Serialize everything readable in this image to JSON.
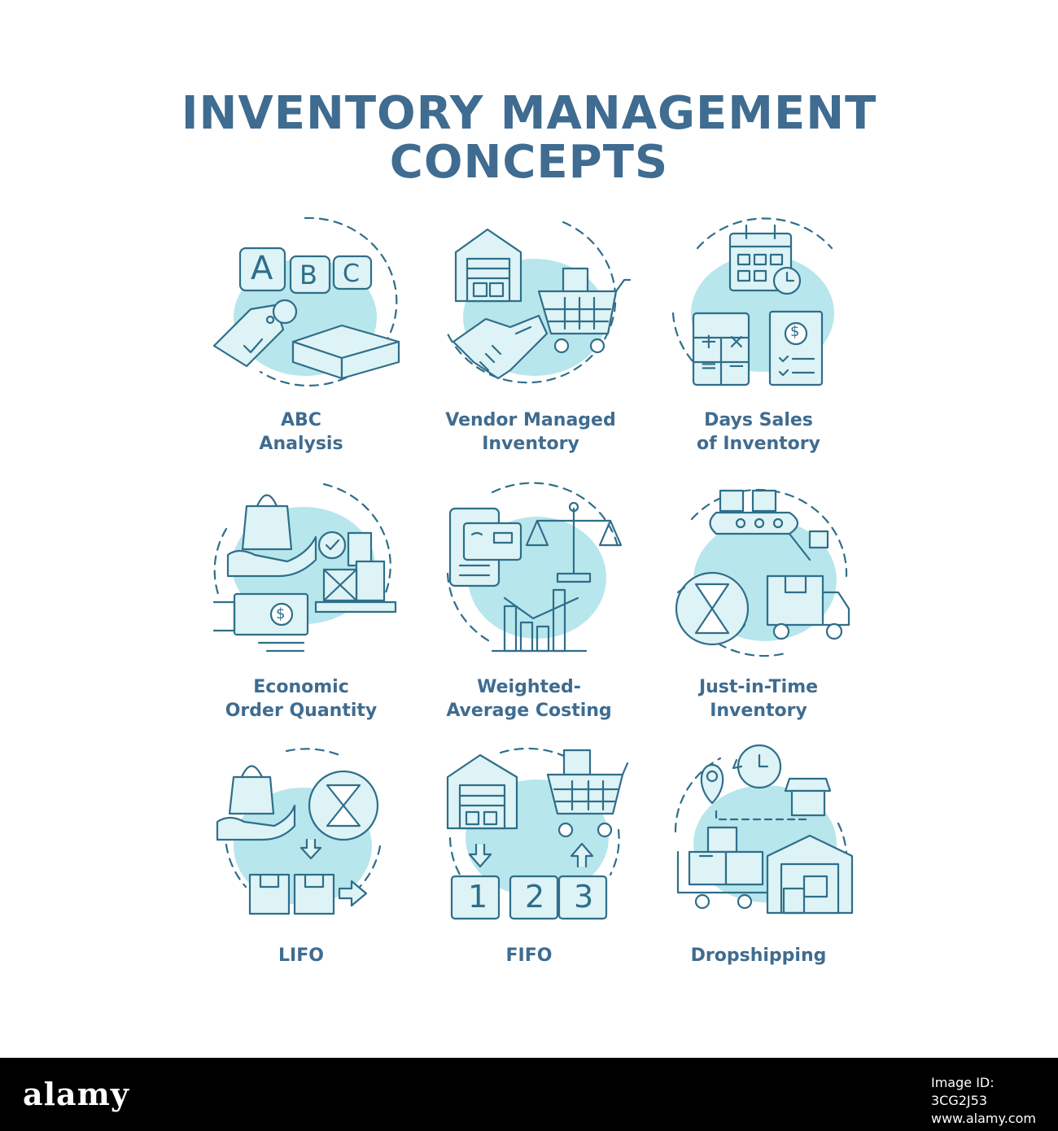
{
  "title_line1": "INVENTORY MANAGEMENT",
  "title_line2": "CONCEPTS",
  "colors": {
    "stroke": "#2f6e8a",
    "fill": "#b7e6ec",
    "text": "#3f6c90"
  },
  "concepts": [
    {
      "line1": "ABC",
      "line2": "Analysis",
      "icon": "abc-blocks-tag-box-icon",
      "letters": [
        "A",
        "B",
        "C"
      ]
    },
    {
      "line1": "Vendor Managed",
      "line2": "Inventory",
      "icon": "warehouse-cart-handshake-icon"
    },
    {
      "line1": "Days Sales",
      "line2": "of Inventory",
      "icon": "calendar-calculator-invoice-icon",
      "glyphs": [
        "+",
        "×",
        "=",
        "−",
        "$"
      ]
    },
    {
      "line1": "Economic",
      "line2": "Order Quantity",
      "icon": "bag-hand-boxes-money-icon",
      "glyphs": [
        "$"
      ]
    },
    {
      "line1": "Weighted-",
      "line2": "Average Costing",
      "icon": "card-scales-bar-chart-icon"
    },
    {
      "line1": "Just-in-Time",
      "line2": "Inventory",
      "icon": "conveyor-hourglass-truck-icon"
    },
    {
      "line1": "LIFO",
      "line2": "",
      "icon": "bag-hourglass-boxes-icon"
    },
    {
      "line1": "FIFO",
      "line2": "",
      "icon": "warehouse-cart-numbered-icon",
      "numbers": [
        "1",
        "2",
        "3"
      ]
    },
    {
      "line1": "Dropshipping",
      "line2": "",
      "icon": "location-store-warehouse-cart-icon"
    }
  ],
  "footer": {
    "logo": "alamy",
    "stock_lines": [
      "Image ID: 3CG2J53",
      "www.alamy.com"
    ]
  }
}
